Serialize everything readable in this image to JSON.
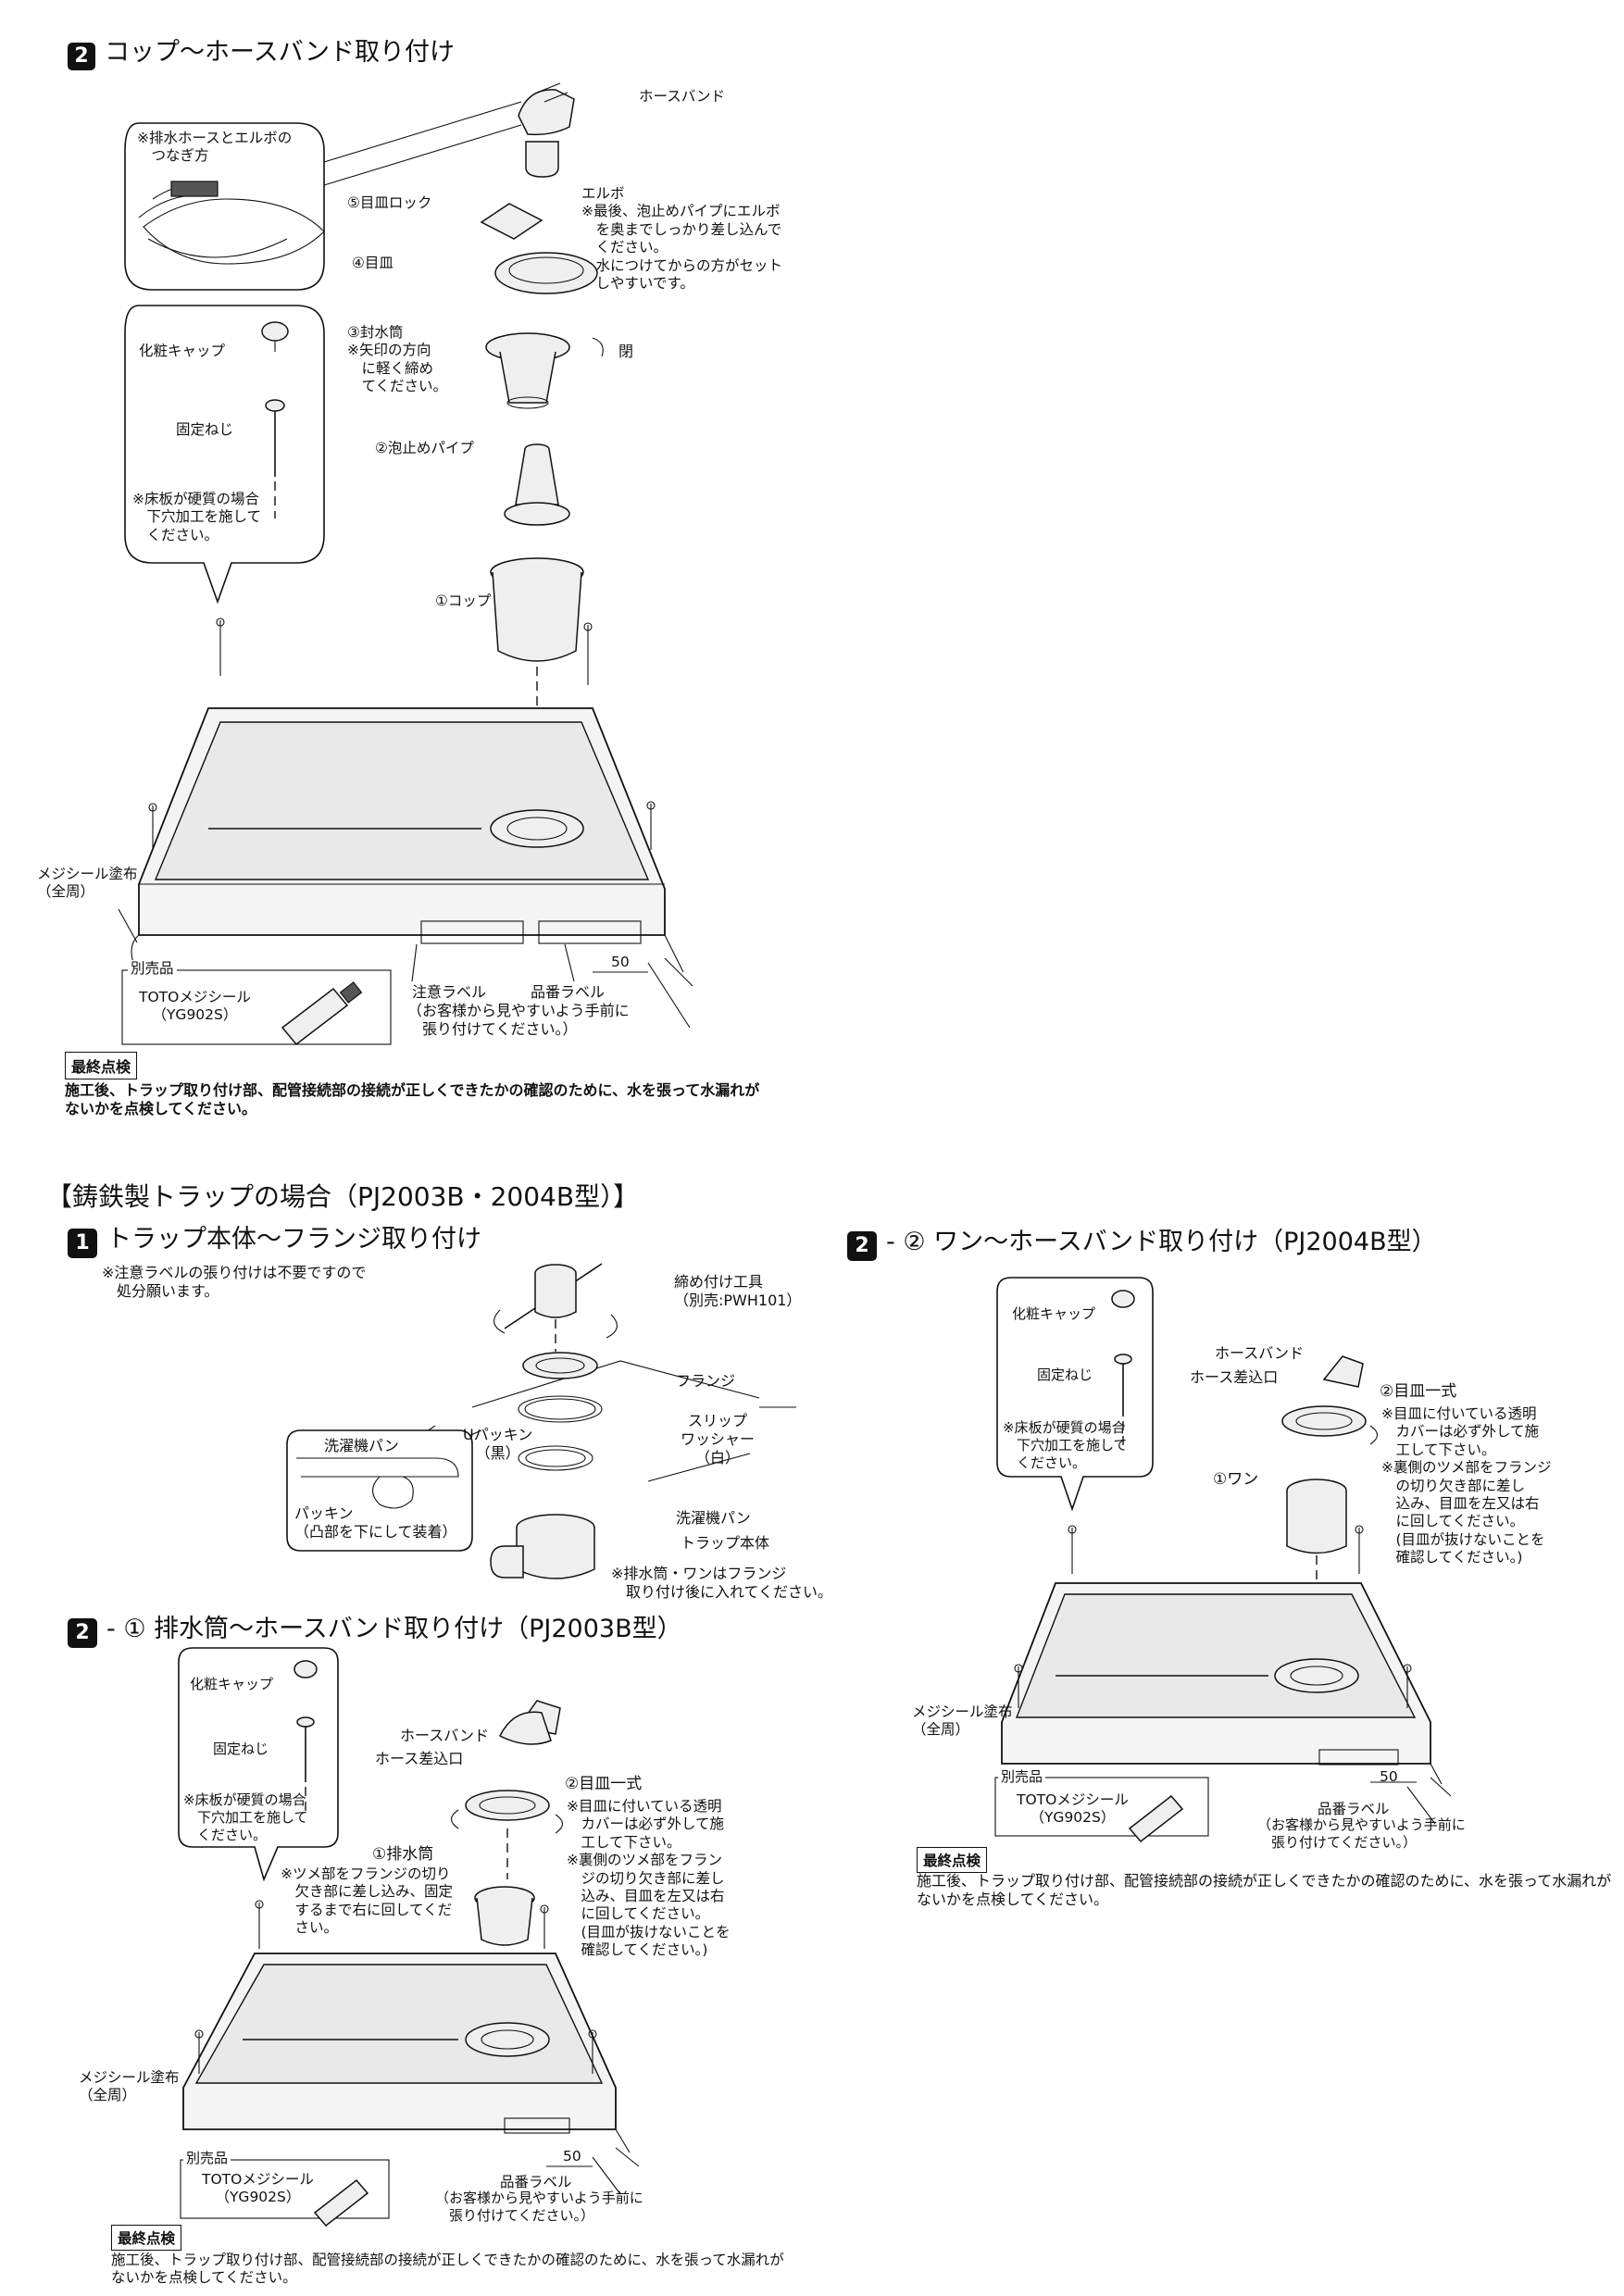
{
  "sec2": {
    "num": "2",
    "title": "コップ〜ホースバンド取り付け",
    "callout_elbow": "※排水ホースとエルボの\n　つなぎ方",
    "cap": "化粧キャップ",
    "screw": "固定ねじ",
    "floor_note": "※床板が硬質の場合\n　下穴加工を施して\n　ください。",
    "hoseband": "ホースバンド",
    "elbow": "エルボ\n※最後、泡止めパイプにエルボ\n　を奥までしっかり差し込んで\n　ください。\n　水につけてからの方がセット\n　しやすいです。",
    "p5": "⑤目皿ロック",
    "p4": "④目皿",
    "p3": "③封水筒\n※矢印の方向\n　に軽く締め\n　てください。",
    "close": "閉",
    "p2": "②泡止めパイプ",
    "p1": "①コップ",
    "mejiseal": "メジシール塗布\n（全周）",
    "sold_sep": "別売品",
    "toto": "TOTOメジシール\n（YG902S）",
    "dim": "50",
    "caution_label": "注意ラベル",
    "product_label": "品番ラベル",
    "label_note": "（お客様から見やすいよう手前に\n　張り付けてください。）",
    "final_badge": "最終点検",
    "final_text": "施工後、トラップ取り付け部、配管接続部の接続が正しくできたかの確認のために、水を張って水漏れが\nないかを点検してください。"
  },
  "cast": {
    "header": "【鋳鉄製トラップの場合（PJ2003B・2004B型）】",
    "s1_num": "1",
    "s1_title": "トラップ本体〜フランジ取り付け",
    "s1_note": "※注意ラベルの張り付けは不要ですので\n　処分願います。",
    "tool": "締め付け工具\n（別売:PWH101）",
    "flange": "フランジ",
    "slip": "スリップ\nワッシャー\n（白）",
    "upacking": "Uパッキン\n（黒）",
    "pan_inset": "洗濯機パン",
    "packing": "パッキン\n（凸部を下にして装着）",
    "pan": "洗濯機パン",
    "trap": "トラップ本体",
    "trap_note": "※排水筒・ワンはフランジ\n　取り付け後に入れてください。"
  },
  "s21": {
    "num": "2",
    "title": "- ① 排水筒〜ホースバンド取り付け（PJ2003B型）",
    "cap": "化粧キャップ",
    "screw": "固定ねじ",
    "floor_note": "※床板が硬質の場合\n　下穴加工を施して\n　ください。",
    "hoseband": "ホースバンド",
    "hose_in": "ホース差込口",
    "p2": "②目皿一式",
    "p2_note": "※目皿に付いている透明\n　カバーは必ず外して施\n　工して下さい。\n※裏側のツメ部をフラン\n　ジの切り欠き部に差し\n　込み、目皿を左又は右\n　に回してください。\n　(目皿が抜けないことを\n　確認してください。)",
    "p1": "①排水筒",
    "p1_note": "※ツメ部をフランジの切り\n　欠き部に差し込み、固定\n　するまで右に回してくだ\n　さい。",
    "mejiseal": "メジシール塗布\n（全周）",
    "sold_sep": "別売品",
    "toto": "TOTOメジシール\n（YG902S）",
    "dim": "50",
    "product_label": "品番ラベル",
    "label_note": "（お客様から見やすいよう手前に\n　張り付けてください。）",
    "final_badge": "最終点検",
    "final_text": "施工後、トラップ取り付け部、配管接続部の接続が正しくできたかの確認のために、水を張って水漏れが\nないかを点検してください。"
  },
  "s22": {
    "num": "2",
    "title": "- ② ワン〜ホースバンド取り付け（PJ2004B型）",
    "cap": "化粧キャップ",
    "screw": "固定ねじ",
    "floor_note": "※床板が硬質の場合\n　下穴加工を施して\n　ください。",
    "hoseband": "ホースバンド",
    "hose_in": "ホース差込口",
    "p2": "②目皿一式",
    "p2_note": "※目皿に付いている透明\n　カバーは必ず外して施\n　工して下さい。\n※裏側のツメ部をフランジ\n　の切り欠き部に差し\n　込み、目皿を左又は右\n　に回してください。\n　(目皿が抜けないことを\n　確認してください。)",
    "p1": "①ワン",
    "mejiseal": "メジシール塗布\n（全周）",
    "sold_sep": "別売品",
    "toto": "TOTOメジシール\n（YG902S）",
    "dim": "50",
    "product_label": "品番ラベル",
    "label_note": "（お客様から見やすいよう手前に\n　張り付けてください。）",
    "final_badge": "最終点検",
    "final_text": "施工後、トラップ取り付け部、配管接続部の接続が正しくできたかの確認のために、水を張って水漏れが\nないかを点検してください。"
  }
}
